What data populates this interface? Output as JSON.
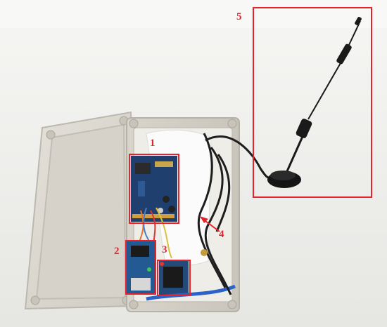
{
  "callouts": [
    {
      "id": "1",
      "label": "1"
    },
    {
      "id": "2",
      "label": "2"
    },
    {
      "id": "3",
      "label": "3"
    },
    {
      "id": "4",
      "label": "4"
    },
    {
      "id": "5",
      "label": "5"
    }
  ],
  "colors": {
    "annotation": "#e8222a",
    "background": "#f2f2f0",
    "enclosure": "#dcd8cf",
    "board": "#1f3f6e",
    "antenna": "#1a1a1a"
  }
}
